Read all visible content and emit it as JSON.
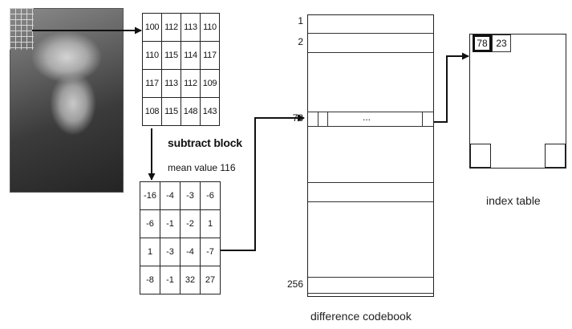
{
  "image_block": {
    "rows": [
      [
        "100",
        "112",
        "113",
        "110"
      ],
      [
        "110",
        "115",
        "114",
        "117"
      ],
      [
        "117",
        "113",
        "112",
        "109"
      ],
      [
        "108",
        "115",
        "148",
        "143"
      ]
    ]
  },
  "subtract": {
    "title": "subtract block",
    "subtitle": "mean value 116"
  },
  "difference_block": {
    "rows": [
      [
        "-16",
        "-4",
        "-3",
        "-6"
      ],
      [
        "-6",
        "-1",
        "-2",
        "1"
      ],
      [
        "1",
        "-3",
        "-4",
        "-7"
      ],
      [
        "-8",
        "-1",
        "32",
        "27"
      ]
    ]
  },
  "codebook": {
    "index_labels": [
      "1",
      "2",
      "78",
      "256"
    ],
    "ellipsis": "...",
    "caption": "difference codebook"
  },
  "index_table": {
    "cell_values": [
      "78",
      "23"
    ],
    "caption": "index table"
  }
}
